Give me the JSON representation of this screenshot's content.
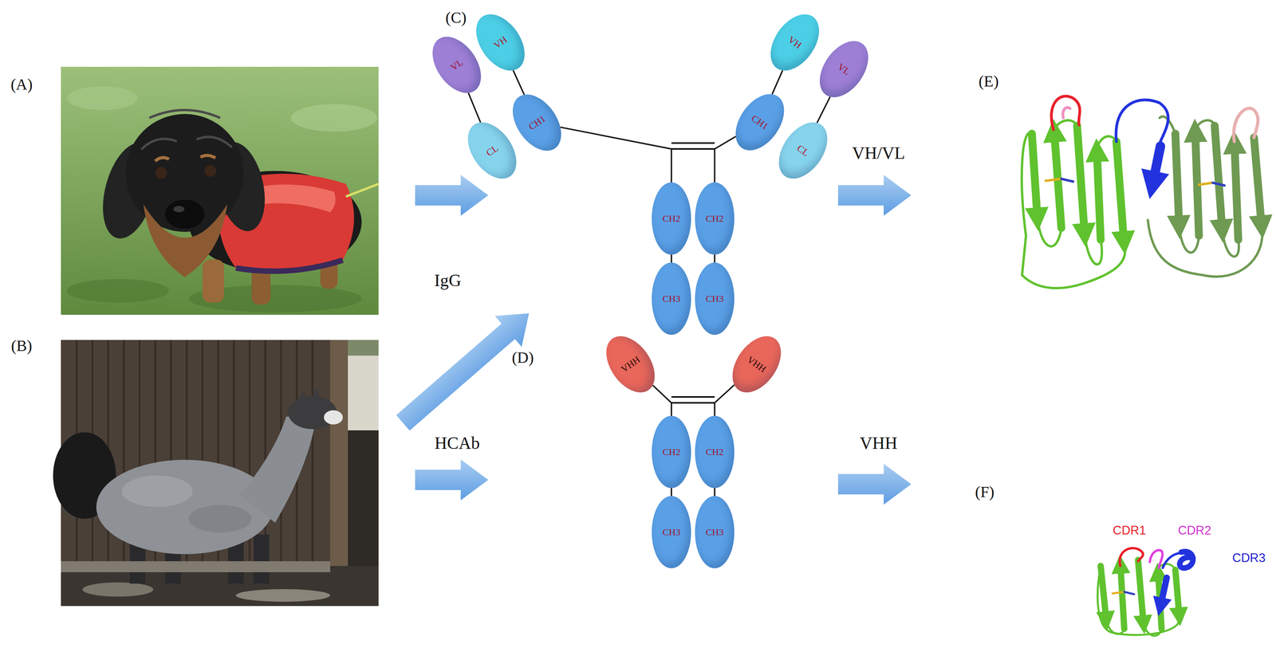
{
  "diagram": {
    "nodes": [
      {
        "text": [
          "VL"
        ]
      },
      {
        "text": [
          "VH"
        ]
      },
      {
        "text": [
          "CH1"
        ]
      },
      {
        "text": [
          "CL"
        ]
      },
      {
        "text": [
          "VH"
        ]
      },
      {
        "text": [
          "VL"
        ]
      },
      {
        "text": [
          "CH1"
        ]
      },
      {
        "text": [
          "CL"
        ]
      },
      {
        "text": [
          "CH2"
        ]
      },
      {
        "text": [
          "CH2"
        ]
      },
      {
        "text": [
          "CH3"
        ]
      },
      {
        "text": [
          "CH3"
        ]
      },
      {
        "text": [
          "VHH"
        ]
      },
      {
        "text": [
          "VHH"
        ]
      },
      {
        "text": [
          "CH2"
        ]
      },
      {
        "text": [
          "CH2"
        ]
      },
      {
        "text": [
          "CH3"
        ]
      },
      {
        "text": [
          "CH3"
        ]
      }
    ],
    "edges": [
      {
        "from": 1,
        "to": 2,
        "arrow": "none"
      },
      {
        "from": 0,
        "to": 3,
        "arrow": "none"
      },
      {
        "from": 2,
        "to": 8,
        "arrow": "none"
      },
      {
        "from": 4,
        "to": 6,
        "arrow": "none"
      },
      {
        "from": 5,
        "to": 7,
        "arrow": "none"
      },
      {
        "from": 6,
        "to": 9,
        "arrow": "none"
      },
      {
        "from": 8,
        "to": 10,
        "arrow": "none"
      },
      {
        "from": 9,
        "to": 11,
        "arrow": "none"
      },
      {
        "from": 12,
        "to": 14,
        "arrow": "none"
      },
      {
        "from": 13,
        "to": 15,
        "arrow": "none"
      },
      {
        "from": 14,
        "to": 16,
        "arrow": "none"
      },
      {
        "from": 15,
        "to": 17,
        "arrow": "none"
      }
    ],
    "labels": [
      "(A)",
      "(B)",
      "(C)",
      "(D)",
      "(E)",
      "(F)",
      "IgG",
      "HCAb",
      "VH/VL",
      "VHH",
      "CDR1",
      "CDR2",
      "CDR3"
    ]
  }
}
